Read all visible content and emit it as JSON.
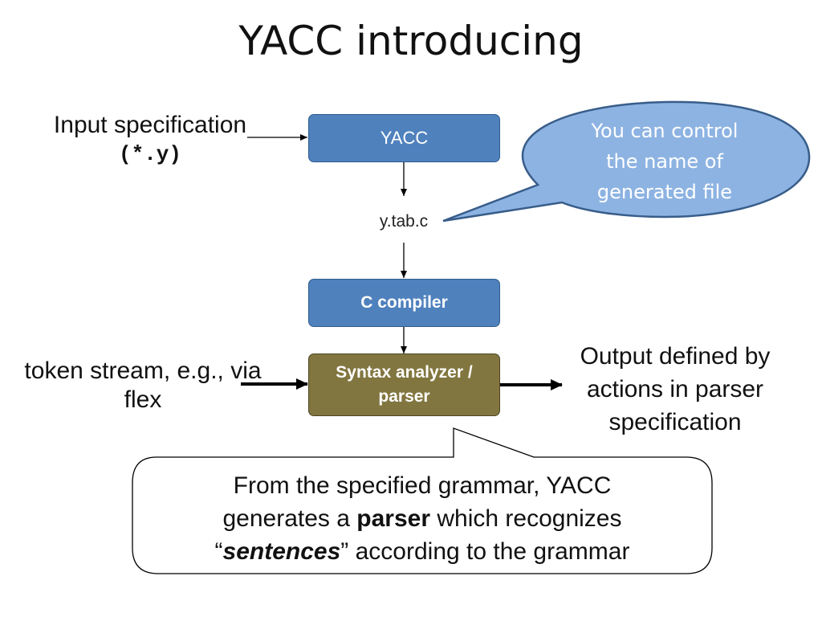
{
  "slide": {
    "title": "YACC introducing",
    "input_spec_label": "Input specification",
    "input_spec_code": "(*.y)",
    "yacc_box": "YACC",
    "output_file": "y.tab.c",
    "compiler_box": "C compiler",
    "parser_box": "Syntax analyzer / parser",
    "token_stream_label": "token stream, e.g., via flex",
    "output_label": "Output defined by actions in parser specification",
    "callout_text": "You can control the name of generated file",
    "note": {
      "line1": "From the specified grammar, YACC",
      "line2_a": "generates a ",
      "line2_b": "parser",
      "line2_c": " which recognizes",
      "line3_a": "“",
      "line3_b": "sentences",
      "line3_c": "” according to the grammar"
    }
  },
  "colors": {
    "box_blue": "#4f81bd",
    "box_olive": "#827640",
    "callout_fill": "#8db3e2",
    "callout_stroke": "#385d8a"
  }
}
